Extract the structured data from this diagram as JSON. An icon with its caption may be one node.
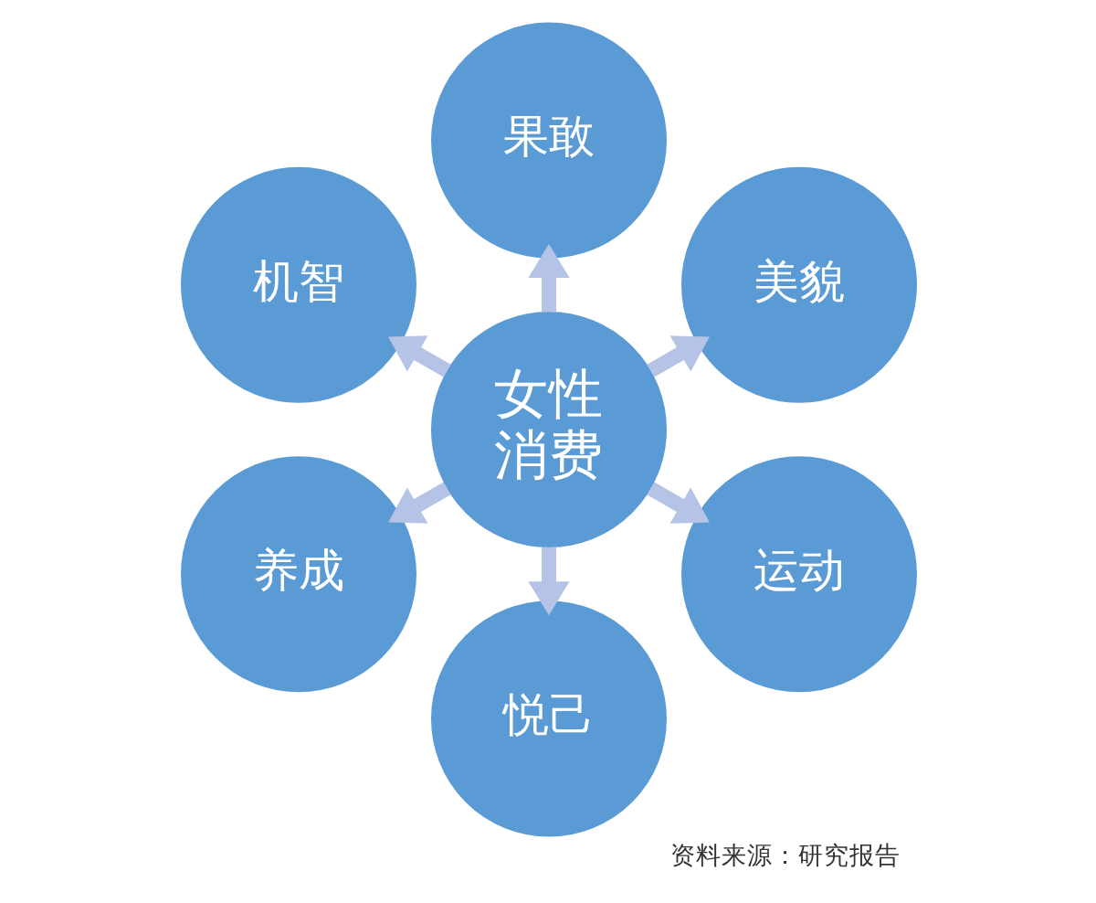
{
  "diagram": {
    "caption": "资料来源：研究报告",
    "nodes": [
      {
        "text": [
          "果敢"
        ]
      },
      {
        "text": [
          "机智"
        ]
      },
      {
        "text": [
          "美貌"
        ]
      },
      {
        "text": [
          "女性消费"
        ]
      },
      {
        "text": [
          "养成"
        ]
      },
      {
        "text": [
          "运动"
        ]
      },
      {
        "text": [
          "悦己"
        ]
      }
    ],
    "edges": [
      {
        "from": 3,
        "to": 0,
        "arrow": "to"
      },
      {
        "from": 3,
        "to": 2,
        "arrow": "to"
      },
      {
        "from": 3,
        "to": 5,
        "arrow": "to"
      },
      {
        "from": 3,
        "to": 6,
        "arrow": "to"
      },
      {
        "from": 3,
        "to": 4,
        "arrow": "to"
      },
      {
        "from": 3,
        "to": 1,
        "arrow": "to"
      }
    ]
  }
}
